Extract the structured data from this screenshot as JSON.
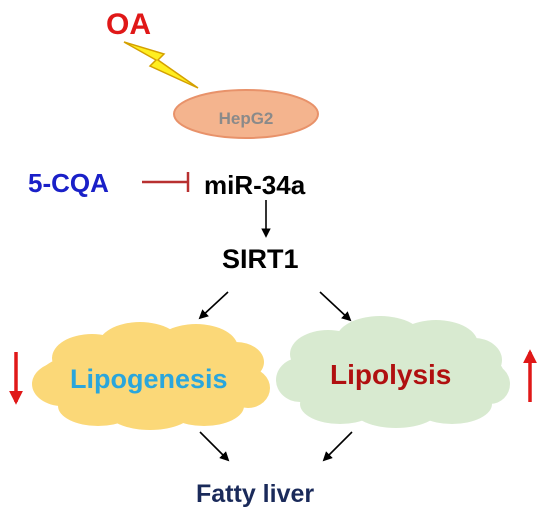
{
  "nodes": {
    "stimulus": {
      "label": "OA",
      "color": "#e01818"
    },
    "cell": {
      "label": "HepG2",
      "color": "#8a8a8a",
      "fill": "#f4b48e",
      "stroke": "#e8926a"
    },
    "inhibitor": {
      "label": "5-CQA",
      "color": "#1a20c8"
    },
    "mirna": {
      "label": "miR-34a",
      "color": "#000000"
    },
    "target": {
      "label": "SIRT1",
      "color": "#000000"
    },
    "lipogenesis": {
      "label": "Lipogenesis",
      "color": "#2aa6dc",
      "fill": "#fbd878",
      "trend": "down"
    },
    "lipolysis": {
      "label": "Lipolysis",
      "color": "#b01010",
      "fill": "#d8ead0",
      "trend": "up"
    },
    "outcome": {
      "label": "Fatty liver",
      "color": "#1a2a5a"
    }
  },
  "colors": {
    "lightning_fill": "#ffee20",
    "lightning_stroke": "#d4a000",
    "inhibit_line": "#b83030",
    "arrow": "#000000",
    "trend_arrow": "#e01818"
  }
}
